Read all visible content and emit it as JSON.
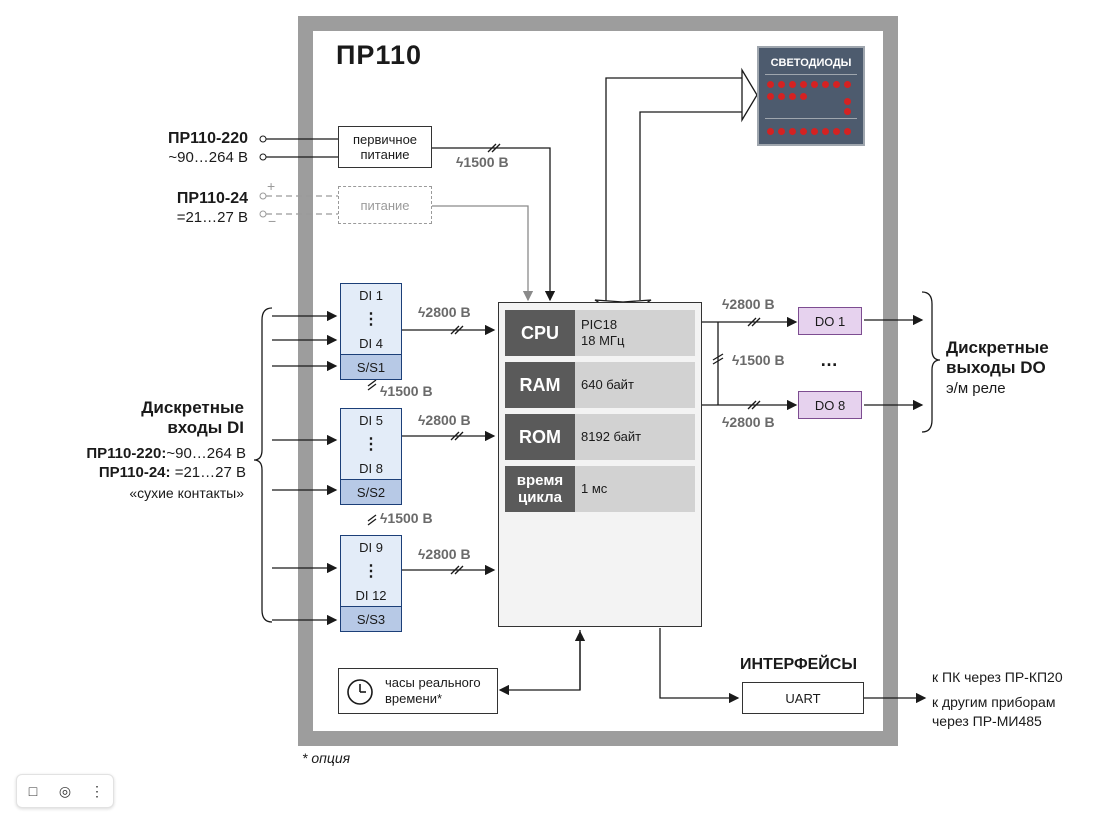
{
  "title": "ПР110",
  "power": {
    "model_220": "ПР110-220",
    "range_220": "~90…264 В",
    "model_24": "ПР110-24",
    "range_24": "=21…27 В",
    "primary_box": "первичное питание",
    "secondary_box": "питание",
    "isolation": "1500 В"
  },
  "leds": {
    "title": "СВЕТОДИОДЫ"
  },
  "inputs": {
    "title_line1": "Дискретные",
    "title_line2": "входы DI",
    "spec1_model": "ПР110-220:",
    "spec1_range": "~90…264 В",
    "spec2_model": "ПР110-24:",
    "spec2_range": "=21…27 В",
    "note": "«сухие контакты»",
    "blocks": [
      {
        "first": "DI 1",
        "last": "DI 4",
        "common": "S/S1"
      },
      {
        "first": "DI 5",
        "last": "DI 8",
        "common": "S/S2"
      },
      {
        "first": "DI 9",
        "last": "DI 12",
        "common": "S/S3"
      }
    ],
    "isolation_block": "2800 В",
    "isolation_between": "1500 В"
  },
  "cpu": {
    "rows": [
      {
        "key": "CPU",
        "value": "PIC18\n18 МГц"
      },
      {
        "key": "RAM",
        "value": "640 байт"
      },
      {
        "key": "ROM",
        "value": "8192 байт"
      },
      {
        "key": "время цикла",
        "value": "1 мс"
      }
    ]
  },
  "outputs": {
    "do_first": "DO 1",
    "do_last": "DO 8",
    "ellipsis": "…",
    "iso_top": "2800 В",
    "iso_mid": "1500 В",
    "iso_bottom": "2800 В",
    "title_line1": "Дискретные",
    "title_line2": "выходы DO",
    "subtitle": "э/м реле"
  },
  "clock": {
    "label": "часы реального времени*"
  },
  "interfaces": {
    "title": "ИНТЕРФЕЙСЫ",
    "uart": "UART",
    "note1": "к ПК через ПР-КП20",
    "note2": "к другим приборам",
    "note3": "через ПР-МИ485"
  },
  "footnote": "* опция"
}
